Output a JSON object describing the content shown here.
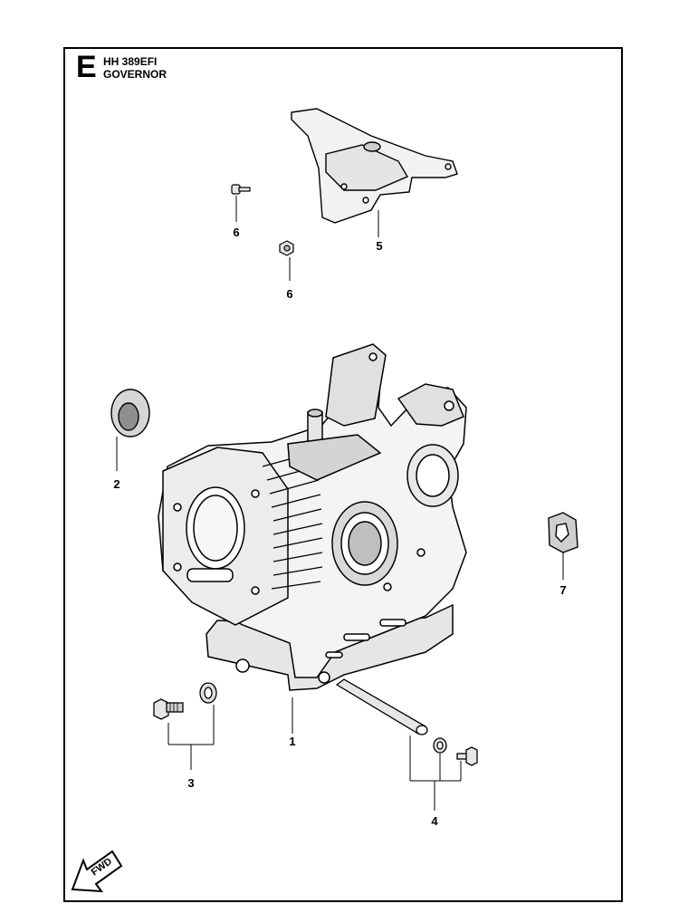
{
  "header": {
    "section_letter": "E",
    "model": "HH 389EFI",
    "subtitle": "GOVERNOR"
  },
  "callouts": {
    "c1": "1",
    "c2": "2",
    "c3": "3",
    "c4": "4",
    "c5": "5",
    "c6a": "6",
    "c6b": "6",
    "c7": "7"
  },
  "fwd_label": "FWD",
  "colors": {
    "line": "#000000",
    "shade": "#d9d9d9",
    "dark": "#9a9a9a"
  }
}
